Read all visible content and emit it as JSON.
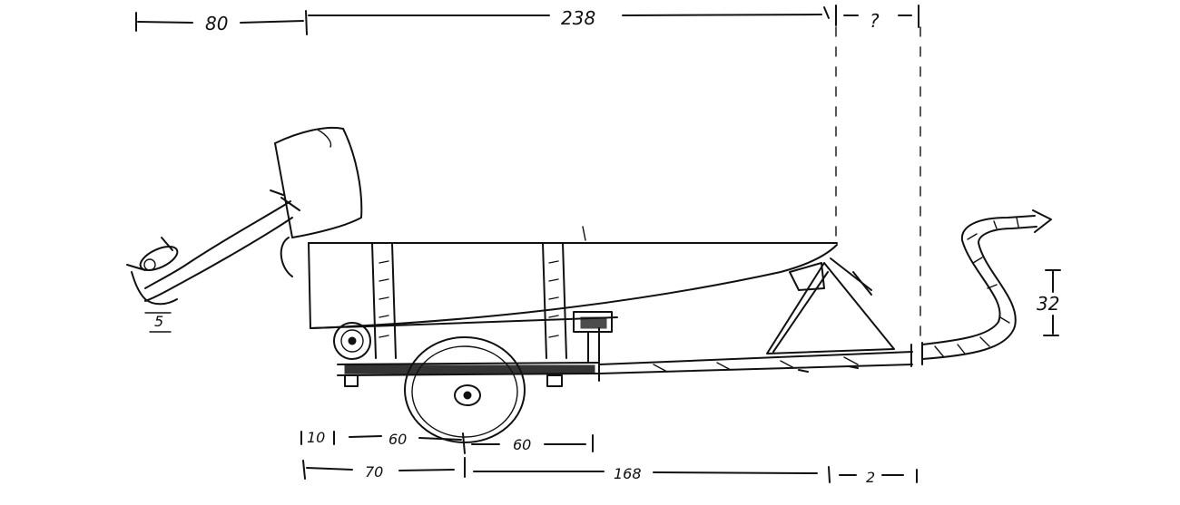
{
  "dimensions": {
    "top_left": "80",
    "top_middle": "238",
    "top_right": "?",
    "bottom_a": "10",
    "bottom_b": "60",
    "bottom_c": "60",
    "bottom_d": "70",
    "bottom_e": "168",
    "bottom_f": "2",
    "right_height": "32",
    "handle_small": "5"
  },
  "colors": {
    "ink": "#111111",
    "paper": "#ffffff"
  }
}
